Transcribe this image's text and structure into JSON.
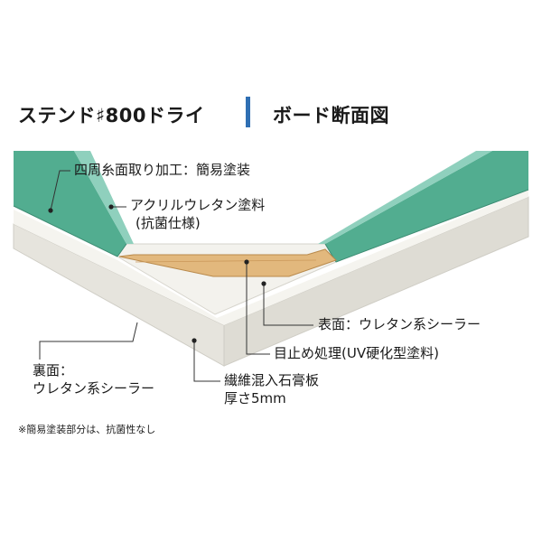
{
  "title": {
    "product": "ステンド♯800ドライ",
    "section": "ボード断面図"
  },
  "labels": {
    "edge_coating": "四周糸面取り加工：簡易塗装",
    "top_coating_line1": "アクリルウレタン塗料",
    "top_coating_line2": "(抗菌仕様)",
    "surface_sealer": "表面：ウレタン系シーラー",
    "joint_filler": "目止め処理(UV硬化型塗料)",
    "board_line1": "繊維混入石膏板",
    "board_line2": "厚さ5mm",
    "back_line1": "裏面：",
    "back_line2": "ウレタン系シーラー"
  },
  "footnote": "※簡易塗装部分は、抗菌性なし",
  "colors": {
    "title_bar": "#2f6fb3",
    "coating_green": "#52ad90",
    "bevel_green": "#8fd0bd",
    "board_light": "#f2f1ec",
    "board_edge": "#dcdad2",
    "filler_orange": "#e2b87d"
  }
}
